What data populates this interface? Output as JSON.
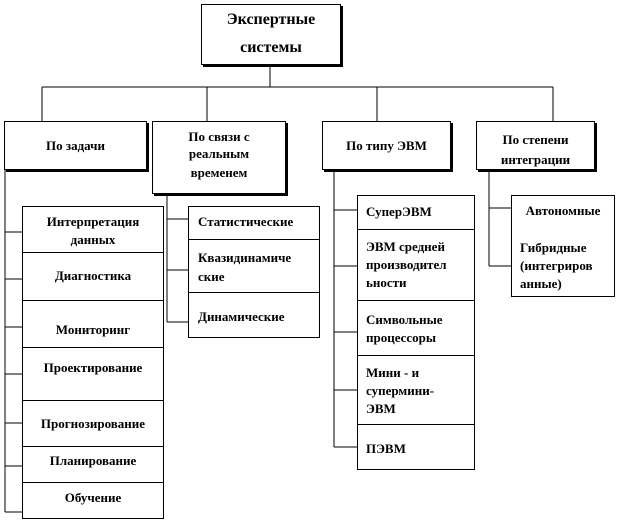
{
  "root": {
    "line1": "Экспертные",
    "line2": "системы"
  },
  "categories": {
    "tasks": {
      "title": "По задачи",
      "items": [
        [
          "Интерпретация",
          "данных"
        ],
        [
          "Диагностика"
        ],
        [
          "Мониторинг"
        ],
        [
          "Проектирование"
        ],
        [
          "Прогнозирование"
        ],
        [
          "Планирование"
        ],
        [
          "Обучение"
        ]
      ]
    },
    "realtime": {
      "title": [
        "По связи с",
        "реальным",
        "временем"
      ],
      "items": [
        [
          "Статистические"
        ],
        [
          "Квазидинамиче",
          "ские"
        ],
        [
          "Динамические"
        ]
      ]
    },
    "computer": {
      "title": "По типу ЭВМ",
      "items": [
        [
          "СуперЭВМ"
        ],
        [
          "ЭВМ средней",
          "производител",
          "ьности"
        ],
        [
          "Символьные",
          "процессоры"
        ],
        [
          "Мини - и",
          "супермини-",
          "ЭВМ"
        ],
        [
          "ПЭВМ"
        ]
      ]
    },
    "integration": {
      "title": [
        "По степени",
        "интеграции"
      ],
      "items": [
        [
          "Автономные"
        ],
        [
          "Гибридные",
          "(интегриров",
          "анные)"
        ]
      ]
    }
  }
}
